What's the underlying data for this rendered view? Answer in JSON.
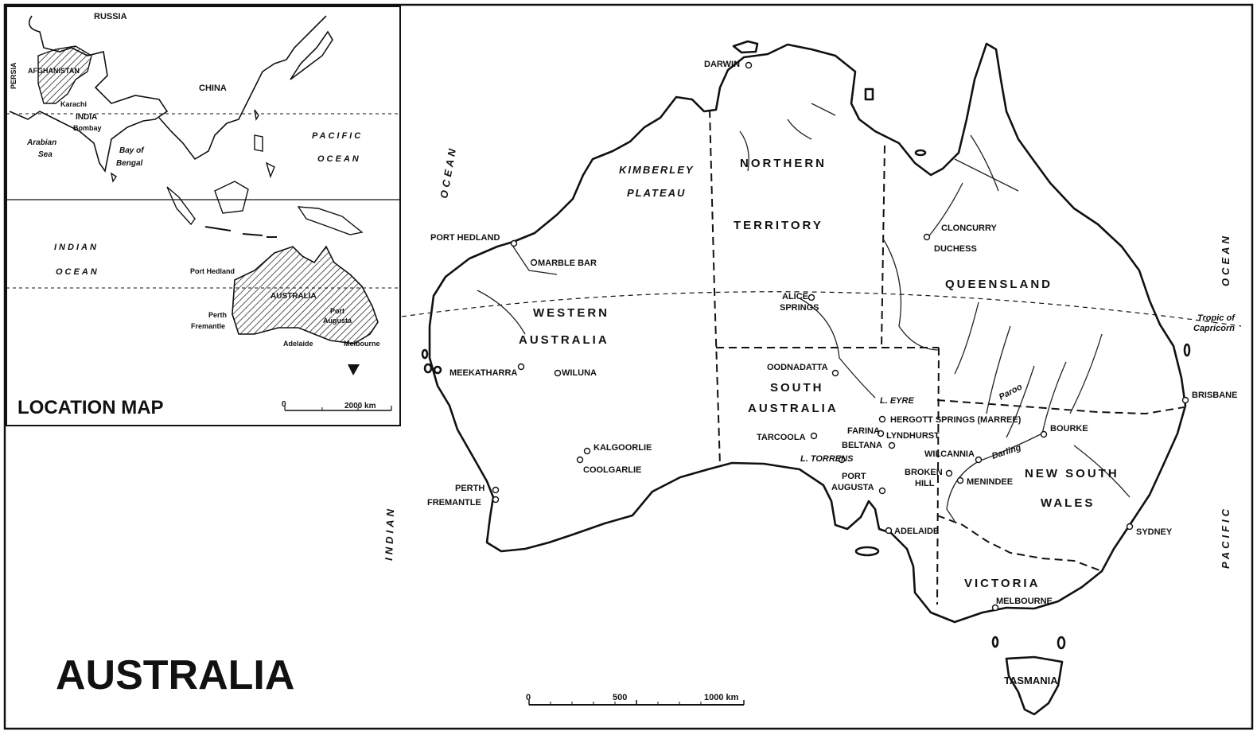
{
  "title": "AUSTRALIA",
  "inset": {
    "title": "LOCATION MAP",
    "scale_label": "2000 km",
    "scale_zero": "0",
    "labels": {
      "russia": "RUSSIA",
      "persia": "PERSIA",
      "afghanistan": "AFGHANISTAN",
      "china": "CHINA",
      "karachi": "Karachi",
      "india": "INDIA",
      "bombay": "Bombay",
      "arabian_sea_1": "Arabian",
      "arabian_sea_2": "Sea",
      "bay_1": "Bay of",
      "bay_2": "Bengal",
      "pacific_1": "PACIFIC",
      "pacific_2": "OCEAN",
      "indian_1": "INDIAN",
      "indian_2": "OCEAN",
      "port_hedland": "Port Hedland",
      "australia": "AUSTRALIA",
      "perth": "Perth",
      "fremantle": "Fremantle",
      "port_augusta_1": "Port",
      "port_augusta_2": "Augusta",
      "adelaide": "Adelaide",
      "melbourne": "Melbourne"
    }
  },
  "regions": {
    "western_australia_1": "WESTERN",
    "western_australia_2": "AUSTRALIA",
    "northern_territory_1": "NORTHERN",
    "northern_territory_2": "TERRITORY",
    "queensland": "QUEENSLAND",
    "south_australia_1": "SOUTH",
    "south_australia_2": "AUSTRALIA",
    "new_south_wales_1": "NEW SOUTH",
    "new_south_wales_2": "WALES",
    "victoria": "VICTORIA",
    "tasmania": "TASMANIA",
    "kimberley_1": "KIMBERLEY",
    "kimberley_2": "PLATEAU"
  },
  "oceans": {
    "indian_vertical": "INDIAN",
    "ocean_left_vertical": "OCEAN",
    "ocean_right_vertical": "OCEAN",
    "pacific_vertical": "PACIFIC"
  },
  "tropic": {
    "line1": "Tropic of",
    "line2": "Capricorn"
  },
  "towns": {
    "darwin": "DARWIN",
    "port_hedland": "PORT HEDLAND",
    "marble_bar": "MARBLE BAR",
    "meekatharra": "MEEKATHARRA",
    "wiluna": "WILUNA",
    "kalgoorlie": "KALGOORLIE",
    "coolgardie": "COOLGARLIE",
    "perth": "PERTH",
    "fremantle": "FREMANTLE",
    "alice_1": "ALICE",
    "alice_2": "SPRINGS",
    "cloncurry": "CLONCURRY",
    "duchess": "DUCHESS",
    "oodnadatta": "OODNADATTA",
    "lake_eyre": "L. EYRE",
    "hergott": "HERGOTT SPRINGS (MARREE)",
    "farina": "FARINA",
    "lyndhurst": "LYNDHURST",
    "tarcoola": "TARCOOLA",
    "beltana": "BELTANA",
    "lake_torrens": "L. TORRENS",
    "wilcannia": "WILCANNIA",
    "bourke": "BOURKE",
    "broken_1": "BROKEN",
    "broken_2": "HILL",
    "menindee": "MENINDEE",
    "port_augusta_1": "PORT",
    "port_augusta_2": "AUGUSTA",
    "adelaide": "ADELAIDE",
    "melbourne": "MELBOURNE",
    "sydney": "SYDNEY",
    "brisbane": "BRISBANE"
  },
  "rivers": {
    "darling": "Darling",
    "paroo": "Paroo"
  },
  "scale": {
    "zero": "0",
    "mid": "500",
    "end": "1000 km"
  }
}
